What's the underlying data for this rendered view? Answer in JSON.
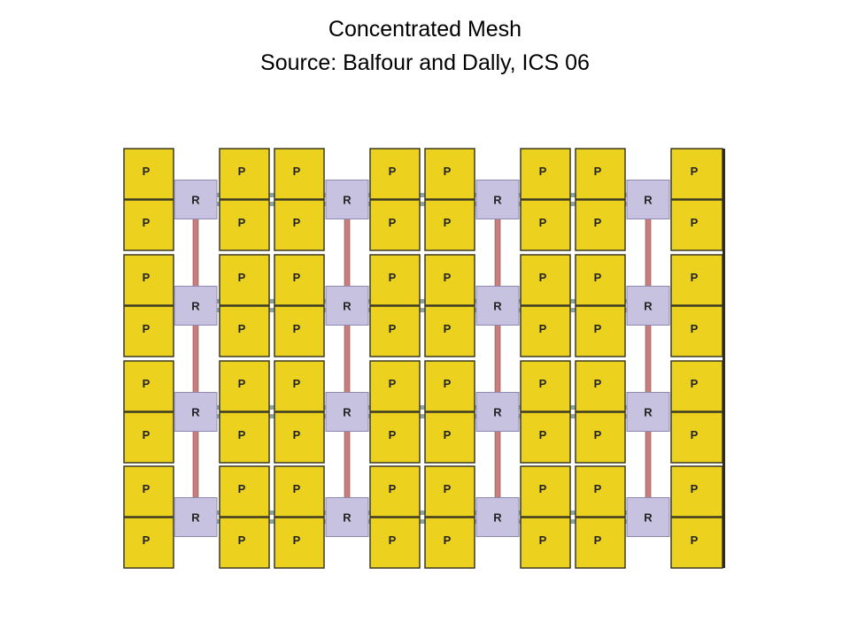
{
  "title": "Concentrated Mesh",
  "subtitle": "Source: Balfour and Dally, ICS 06",
  "diagram": {
    "processor_label": "P",
    "router_label": "R",
    "router_columns": 4,
    "router_rows": 4,
    "processors_per_router": 4,
    "colors": {
      "processor_fill": "#ecd11f",
      "processor_edge": "#3c3a22",
      "router_fill": "#c6c2df",
      "router_edge": "#8e89b0",
      "vertical_link": "#c87e7c",
      "horizontal_link": "#8aa3a7"
    }
  }
}
